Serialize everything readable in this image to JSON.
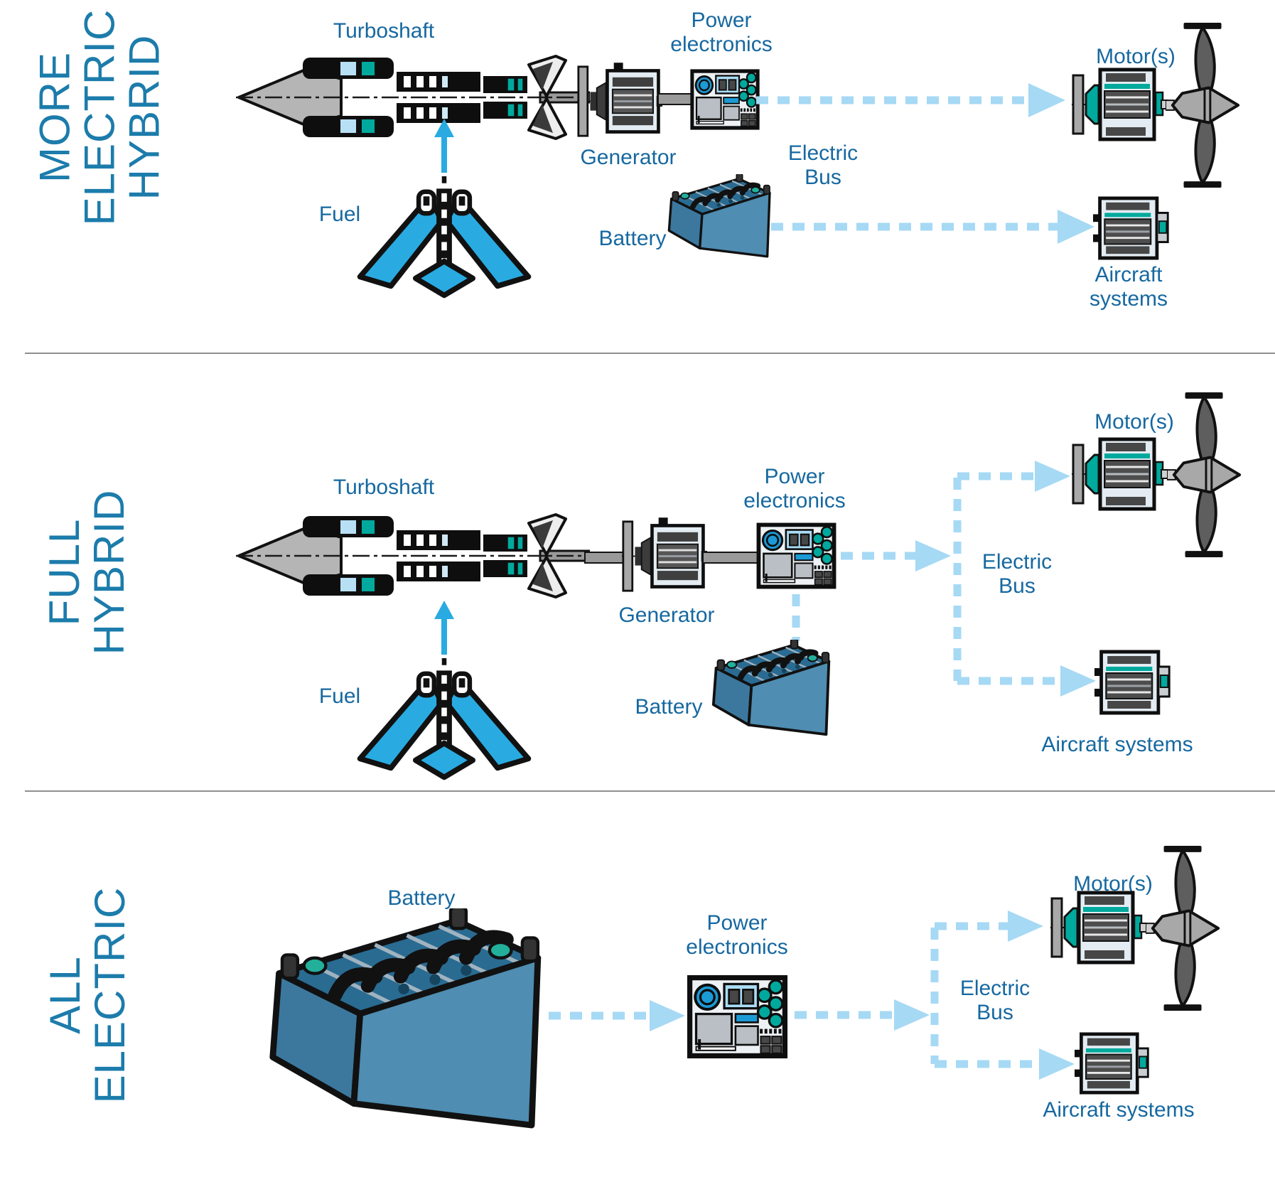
{
  "colors": {
    "label_blue": "#1668a0",
    "row_title_blue": "#1c7cab",
    "electric_bus_dash_blue": "#a6d9f4",
    "fuel_arrow_blue": "#29abe2",
    "teal_accent": "#00a99d",
    "battery_blue": "#4f8db2",
    "divider_gray": "#8f8f8f"
  },
  "icons": [
    "turboshaft-icon",
    "fuel-plane-icon",
    "fuel-arrow-icon",
    "generator-icon",
    "power-electronics-icon",
    "battery-icon",
    "electric-bus-arrow-icon",
    "electric-bus-elbow-icon",
    "motor-icon",
    "propeller-icon",
    "aircraft-systems-icon"
  ],
  "rows": [
    {
      "title": "MORE\nELECTRIC\nHYBRID",
      "labels": {
        "turboshaft": "Turboshaft",
        "fuel": "Fuel",
        "generator": "Generator",
        "power_electronics": "Power\nelectronics",
        "battery": "Battery",
        "electric_bus": "Electric\nBus",
        "motors": "Motor(s)",
        "aircraft_systems": "Aircraft systems"
      }
    },
    {
      "title": "FULL\nHYBRID",
      "labels": {
        "turboshaft": "Turboshaft",
        "fuel": "Fuel",
        "generator": "Generator",
        "power_electronics": "Power\nelectronics",
        "battery": "Battery",
        "electric_bus": "Electric\nBus",
        "motors": "Motor(s)",
        "aircraft_systems": "Aircraft systems"
      }
    },
    {
      "title": "ALL\nELECTRIC",
      "labels": {
        "battery": "Battery",
        "power_electronics": "Power\nelectronics",
        "electric_bus": "Electric\nBus",
        "motors": "Motor(s)",
        "aircraft_systems": "Aircraft systems"
      }
    }
  ]
}
